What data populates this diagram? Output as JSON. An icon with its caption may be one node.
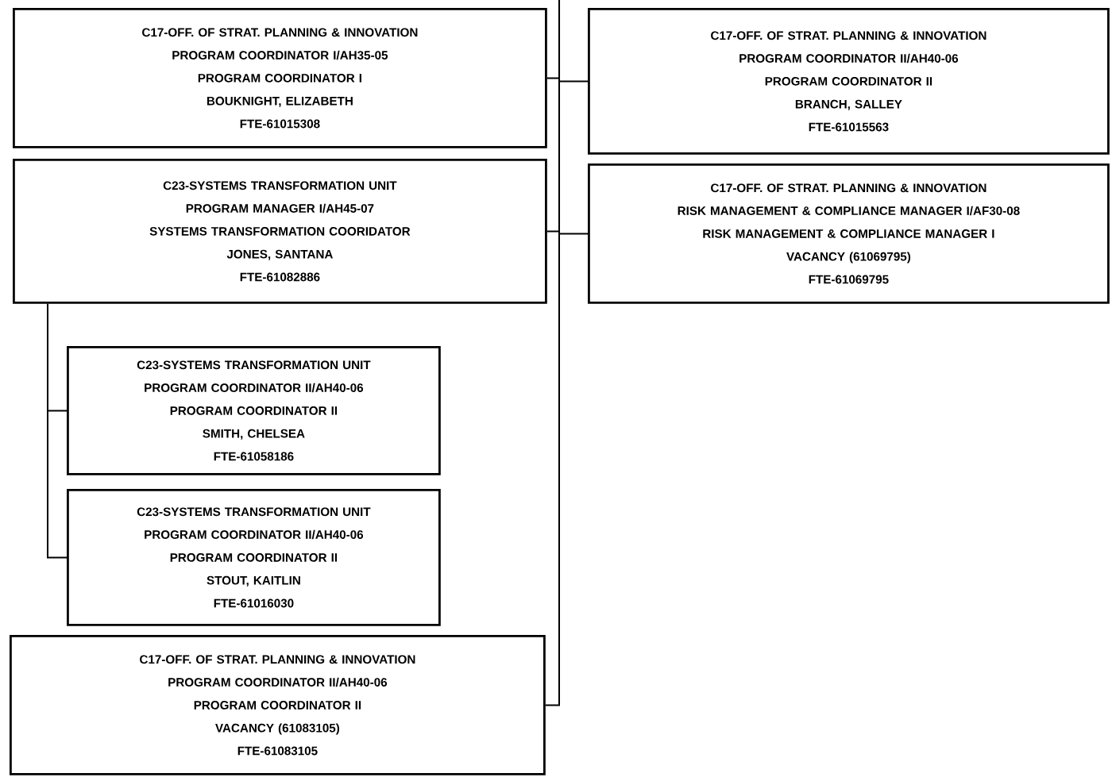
{
  "diagram": {
    "nodes": [
      {
        "text": [
          "C17-OFF. OF STRAT. PLANNING & INNOVATION",
          "PROGRAM COORDINATOR I/AH35-05",
          "PROGRAM COORDINATOR I",
          "BOUKNIGHT, ELIZABETH",
          "FTE-61015308"
        ]
      },
      {
        "text": [
          "C17-OFF. OF STRAT. PLANNING & INNOVATION",
          "PROGRAM COORDINATOR II/AH40-06",
          "PROGRAM COORDINATOR II",
          "BRANCH, SALLEY",
          "FTE-61015563"
        ]
      },
      {
        "text": [
          "C23-SYSTEMS TRANSFORMATION UNIT",
          "PROGRAM MANAGER I/AH45-07",
          "SYSTEMS TRANSFORMATION COORIDATOR",
          "JONES, SANTANA",
          "FTE-61082886"
        ]
      },
      {
        "text": [
          "C17-OFF. OF STRAT. PLANNING & INNOVATION",
          "RISK MANAGEMENT & COMPLIANCE MANAGER I/AF30-08",
          "RISK MANAGEMENT & COMPLIANCE MANAGER I",
          "VACANCY (61069795)",
          "FTE-61069795"
        ]
      },
      {
        "text": [
          "C23-SYSTEMS TRANSFORMATION UNIT",
          "PROGRAM COORDINATOR II/AH40-06",
          "PROGRAM COORDINATOR II",
          "SMITH, CHELSEA",
          "FTE-61058186"
        ]
      },
      {
        "text": [
          "C23-SYSTEMS TRANSFORMATION UNIT",
          "PROGRAM COORDINATOR II/AH40-06",
          "PROGRAM COORDINATOR II",
          "STOUT, KAITLIN",
          "FTE-61016030"
        ]
      },
      {
        "text": [
          "C17-OFF. OF STRAT. PLANNING & INNOVATION",
          "PROGRAM COORDINATOR II/AH40-06",
          "PROGRAM COORDINATOR II",
          "VACANCY (61083105)",
          "FTE-61083105"
        ]
      }
    ],
    "edges": [
      {
        "from": null,
        "to": 0,
        "arrow": "none"
      },
      {
        "from": null,
        "to": 1,
        "arrow": "none"
      },
      {
        "from": null,
        "to": 2,
        "arrow": "none"
      },
      {
        "from": null,
        "to": 3,
        "arrow": "none"
      },
      {
        "from": null,
        "to": 6,
        "arrow": "none"
      },
      {
        "from": 2,
        "to": 4,
        "arrow": "none"
      },
      {
        "from": 2,
        "to": 5,
        "arrow": "none"
      }
    ]
  }
}
